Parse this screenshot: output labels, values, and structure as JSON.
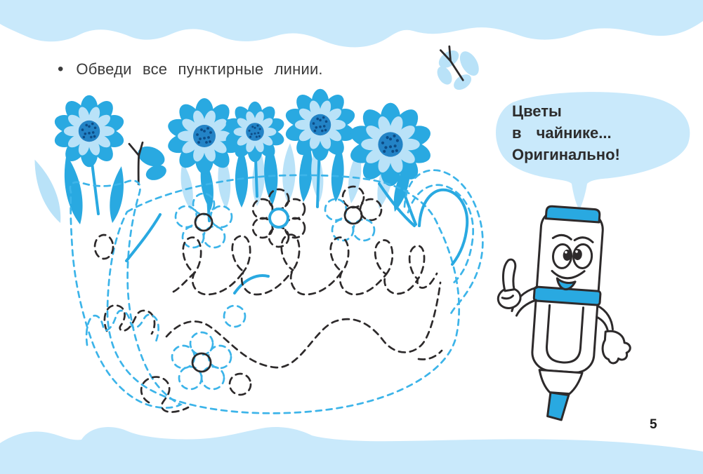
{
  "task": {
    "bullet": "•",
    "text": "Обведи  все  пунктирные  линии."
  },
  "speech_bubble": {
    "line1": "Цветы",
    "line2": "в чайнике...",
    "line3": "Оригинально!"
  },
  "page": {
    "number": "5"
  },
  "colors": {
    "band": "#c9e9fb",
    "accent": "#29a9e1",
    "pale": "#b9e2f8",
    "flower_center": "#2383c6",
    "speckle": "#0d4c86",
    "dash_blue": "#3cb4e9",
    "ink": "#2d2a2b",
    "text_ink": "#3b3b3b"
  }
}
